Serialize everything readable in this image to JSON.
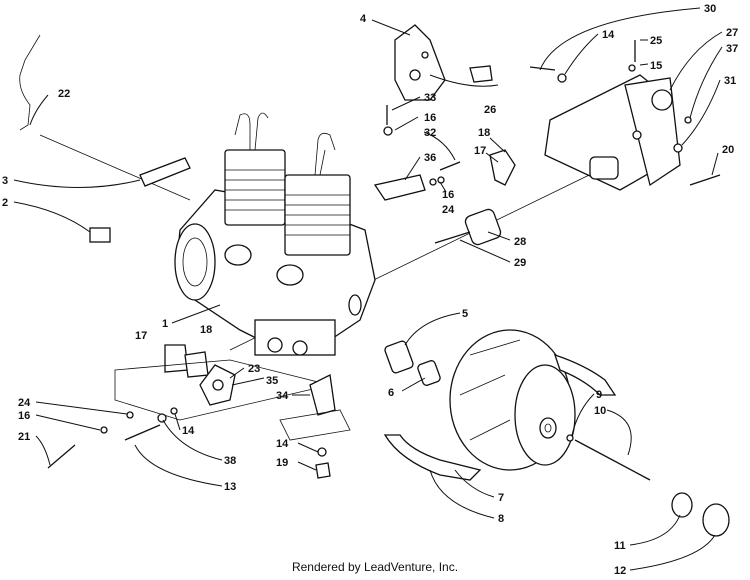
{
  "footer": "Rendered by LeadVenture, Inc.",
  "callouts": [
    {
      "id": "c22",
      "text": "22"
    },
    {
      "id": "c4",
      "text": "4"
    },
    {
      "id": "c30",
      "text": "30"
    },
    {
      "id": "c14a",
      "text": "14"
    },
    {
      "id": "c25",
      "text": "25"
    },
    {
      "id": "c15",
      "text": "15"
    },
    {
      "id": "c27",
      "text": "27"
    },
    {
      "id": "c37",
      "text": "37"
    },
    {
      "id": "c31",
      "text": "31"
    },
    {
      "id": "c26",
      "text": "26"
    },
    {
      "id": "c33",
      "text": "33"
    },
    {
      "id": "c16a",
      "text": "16"
    },
    {
      "id": "c32",
      "text": "32"
    },
    {
      "id": "c18a",
      "text": "18"
    },
    {
      "id": "c17a",
      "text": "17"
    },
    {
      "id": "c20",
      "text": "20"
    },
    {
      "id": "c3",
      "text": "3"
    },
    {
      "id": "c36",
      "text": "36"
    },
    {
      "id": "c16b",
      "text": "16"
    },
    {
      "id": "c24a",
      "text": "24"
    },
    {
      "id": "c2",
      "text": "2"
    },
    {
      "id": "c28",
      "text": "28"
    },
    {
      "id": "c29",
      "text": "29"
    },
    {
      "id": "c5",
      "text": "5"
    },
    {
      "id": "c1",
      "text": "1"
    },
    {
      "id": "c17b",
      "text": "17"
    },
    {
      "id": "c18b",
      "text": "18"
    },
    {
      "id": "c23",
      "text": "23"
    },
    {
      "id": "c35",
      "text": "35"
    },
    {
      "id": "c6",
      "text": "6"
    },
    {
      "id": "c9",
      "text": "9"
    },
    {
      "id": "c10",
      "text": "10"
    },
    {
      "id": "c34",
      "text": "34"
    },
    {
      "id": "c24b",
      "text": "24"
    },
    {
      "id": "c16c",
      "text": "16"
    },
    {
      "id": "c14b",
      "text": "14"
    },
    {
      "id": "c21",
      "text": "21"
    },
    {
      "id": "c14c",
      "text": "14"
    },
    {
      "id": "c38",
      "text": "38"
    },
    {
      "id": "c19",
      "text": "19"
    },
    {
      "id": "c13",
      "text": "13"
    },
    {
      "id": "c7",
      "text": "7"
    },
    {
      "id": "c8",
      "text": "8"
    },
    {
      "id": "c11",
      "text": "11"
    },
    {
      "id": "c12",
      "text": "12"
    }
  ]
}
